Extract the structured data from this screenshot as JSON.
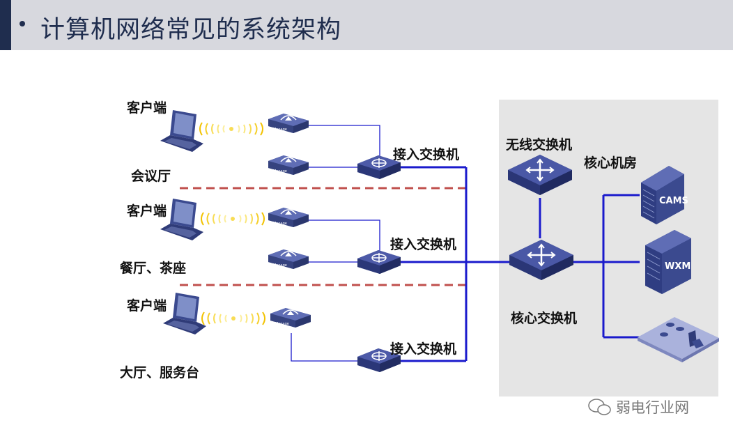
{
  "title": "计算机网络常见的系统架构",
  "zones": [
    {
      "client": "客户端",
      "area": "会议厅",
      "switch": "接入交换机"
    },
    {
      "client": "客户端",
      "area": "餐厅、茶座",
      "switch": "接入交换机"
    },
    {
      "client": "客户端",
      "area": "大厅、服务台",
      "switch": "接入交换机"
    }
  ],
  "core_room": {
    "label": "核心机房",
    "wireless_switch": "无线交换机",
    "core_switch": "核心交换机",
    "servers": [
      "CAMS",
      "WXM"
    ]
  },
  "ap_tag": "Manage",
  "watermark": "弱电行业网",
  "colors": {
    "header_bg": "#d7d8de",
    "header_accent": "#1f2d4e",
    "link": "#1a1acc",
    "device": "#3b4a8f",
    "separator": "#c0504d",
    "core_room_bg": "#e5e5e5"
  }
}
